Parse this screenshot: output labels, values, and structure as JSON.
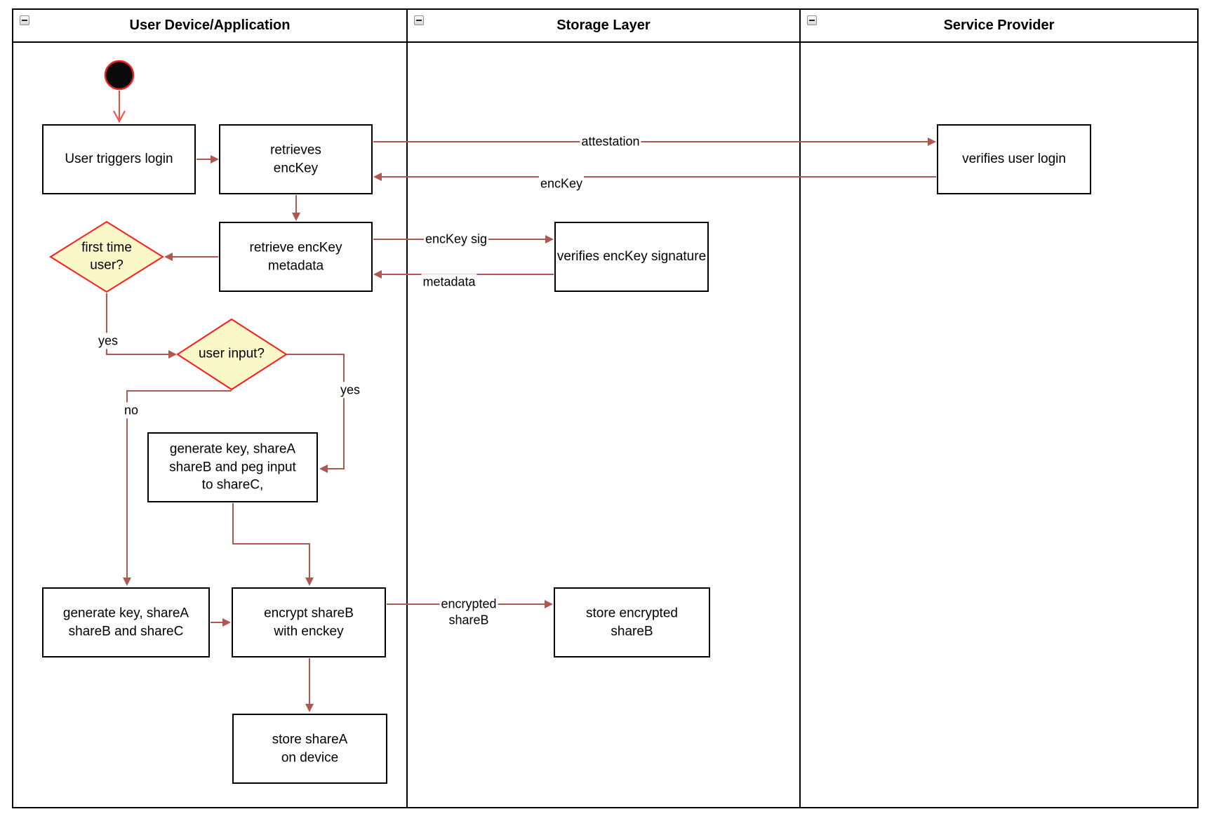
{
  "lanes": {
    "lane1": {
      "title": "User Device/Application"
    },
    "lane2": {
      "title": "Storage Layer"
    },
    "lane3": {
      "title": "Service Provider"
    }
  },
  "nodes": {
    "user_triggers_login": {
      "label": "User triggers login"
    },
    "retrieves_enckey": {
      "label": "retrieves\nencKey"
    },
    "verifies_user_login": {
      "label": "verifies user login"
    },
    "retrieve_enckey_metadata": {
      "label": "retrieve encKey\nmetadata"
    },
    "verifies_enckey_signature": {
      "label": "verifies encKey signature"
    },
    "first_time_user_decision": {
      "label": "first time\nuser?"
    },
    "user_input_decision": {
      "label": "user input?"
    },
    "generate_key_peg_input": {
      "label": "generate key, shareA\nshareB and peg input\nto shareC,"
    },
    "generate_key_sharec": {
      "label": "generate key, shareA\nshareB and shareC"
    },
    "encrypt_shareb": {
      "label": "encrypt shareB\nwith enckey"
    },
    "store_encrypted_shareb": {
      "label": "store encrypted\nshareB"
    },
    "store_sharea_on_device": {
      "label": "store shareA\non device"
    }
  },
  "edge_labels": {
    "attestation": "attestation",
    "enckey": "encKey",
    "enckey_sig": "encKey sig",
    "metadata": "metadata",
    "encrypted_shareb": "encrypted\nshareB",
    "yes_first_time": "yes",
    "yes_user_input": "yes",
    "no_user_input": "no"
  },
  "colors": {
    "edge": "#B05850",
    "start_arrow": "#F54A3D",
    "start_fill": "#0A0A0A",
    "start_border": "#EE2222",
    "decision_fill": "#FAF7C8",
    "decision_border": "#FF1A1A",
    "node_fill": "#FFFFFF",
    "node_border": "#000000"
  }
}
